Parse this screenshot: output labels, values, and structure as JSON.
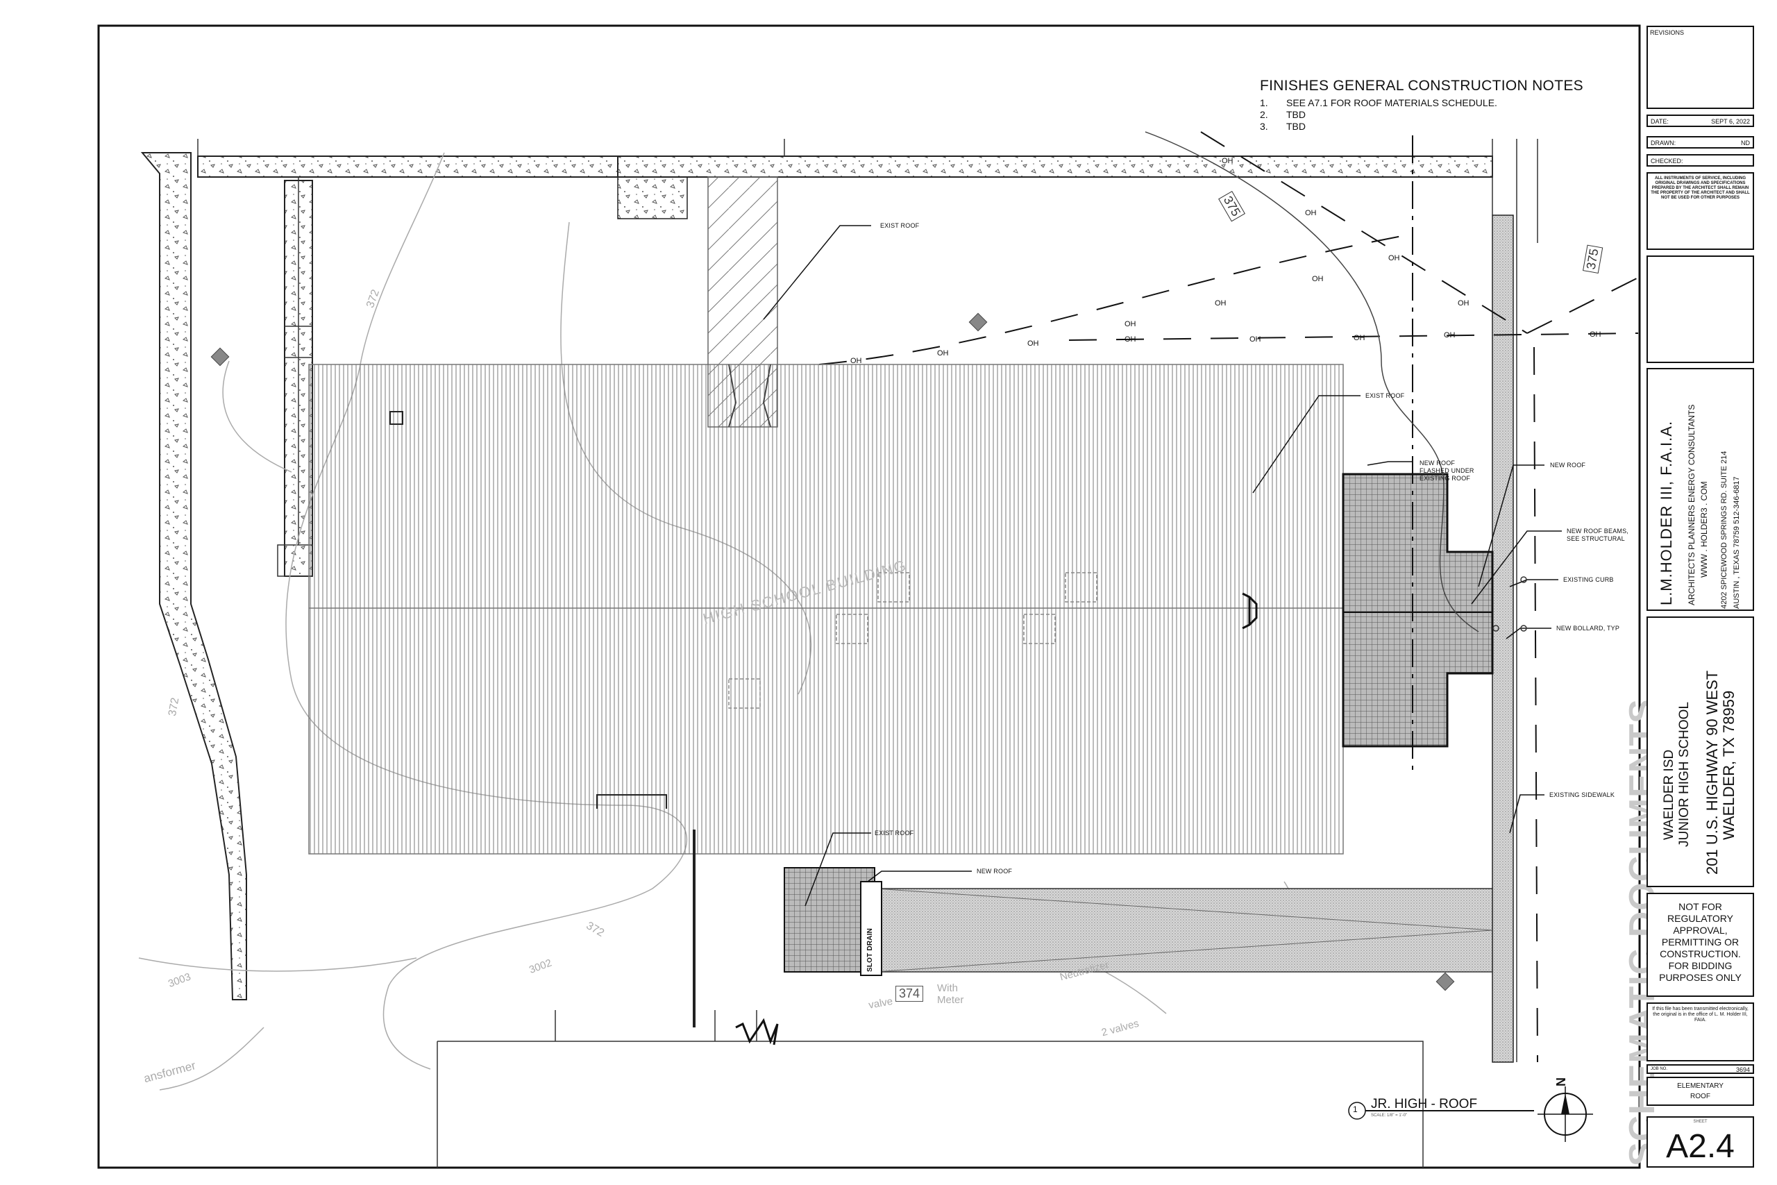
{
  "notes": {
    "title": "FINISHES GENERAL CONSTRUCTION NOTES",
    "items": [
      {
        "num": "1.",
        "text": "SEE A7.1 FOR ROOF MATERIALS SCHEDULE."
      },
      {
        "num": "2.",
        "text": "TBD"
      },
      {
        "num": "3.",
        "text": "TBD"
      }
    ]
  },
  "callouts": {
    "exist_roof": "EXIST ROOF",
    "new_roof": "NEW ROOF",
    "new_roof_flashed": "NEW ROOF FLASHED UNDER EXISTING ROOF",
    "new_roof_beams": "NEW ROOF BEAMS, SEE STRUCTURAL",
    "existing_curb": "EXISTING CURB",
    "new_bollard": "NEW BOLLARD, TYP",
    "existing_sidewalk": "EXISTING SIDEWALK",
    "slot_drain": "SLOT DRAIN"
  },
  "survey": {
    "building": "HIGH SCHOOL BUILDING",
    "contour_375": "375",
    "contour_372": "372",
    "contour_3003": "3003",
    "contour_3002": "3002",
    "contour_374": "374",
    "valve": "valve",
    "with_meter": "With Meter",
    "neutralizer": "Neutralizer",
    "two_valves": "2 valves",
    "transformer": "ansformer",
    "oh": "OH"
  },
  "drawing": {
    "number": "1",
    "title": "JR. HIGH - ROOF",
    "scale": "SCALE: 1/8\" = 1'-0\"",
    "north": "N"
  },
  "title_block": {
    "revisions": "REVISIONS",
    "date_label": "DATE:",
    "date_value": "SEPT 6, 2022",
    "drawn_label": "DRAWN:",
    "drawn_value": "ND",
    "checked_label": "CHECKED:",
    "copyright": "ALL INSTRUMENTS OF SERVICE, INCLUDING ORIGINAL DRAWINGS AND SPECIFICATIONS PREPARED BY THE ARCHITECT SHALL REMAIN THE PROPERTY OF THE ARCHITECT AND SHALL NOT BE USED FOR OTHER PURPOSES",
    "firm_name": "L.M.HOLDER III, F.A.I.A.",
    "firm_sub": "ARCHITECTS PLANNERS ENERGY CONSULTANTS",
    "firm_web": "WWW . HOLDER3 . COM",
    "firm_addr1": "4202 SPICEWOOD SPRINGS RD. SUITE 214",
    "firm_addr2": "AUSTIN , TEXAS 78759  512-346-6817",
    "client": "WAELDER ISD",
    "project": "JUNIOR HIGH SCHOOL",
    "address1": "201 U.S. HIGHWAY 90 WEST",
    "address2": "WAELDER, TX 78959",
    "schematic": "SCHEMATIC DOCUMENTS",
    "not_for": "NOT FOR REGULATORY APPROVAL, PERMITTING OR CONSTRUCTION. FOR BIDDING PURPOSES ONLY",
    "transmitted": "If this file has been transmitted electronically, the original is in the office of L. M. Holder III, FAIA.",
    "job_label": "JOB NO.",
    "job_value": "3694",
    "sheet_title1": "ELEMENTARY",
    "sheet_title2": "ROOF",
    "sheet_label": "SHEET",
    "sheet_number": "A2.4"
  }
}
